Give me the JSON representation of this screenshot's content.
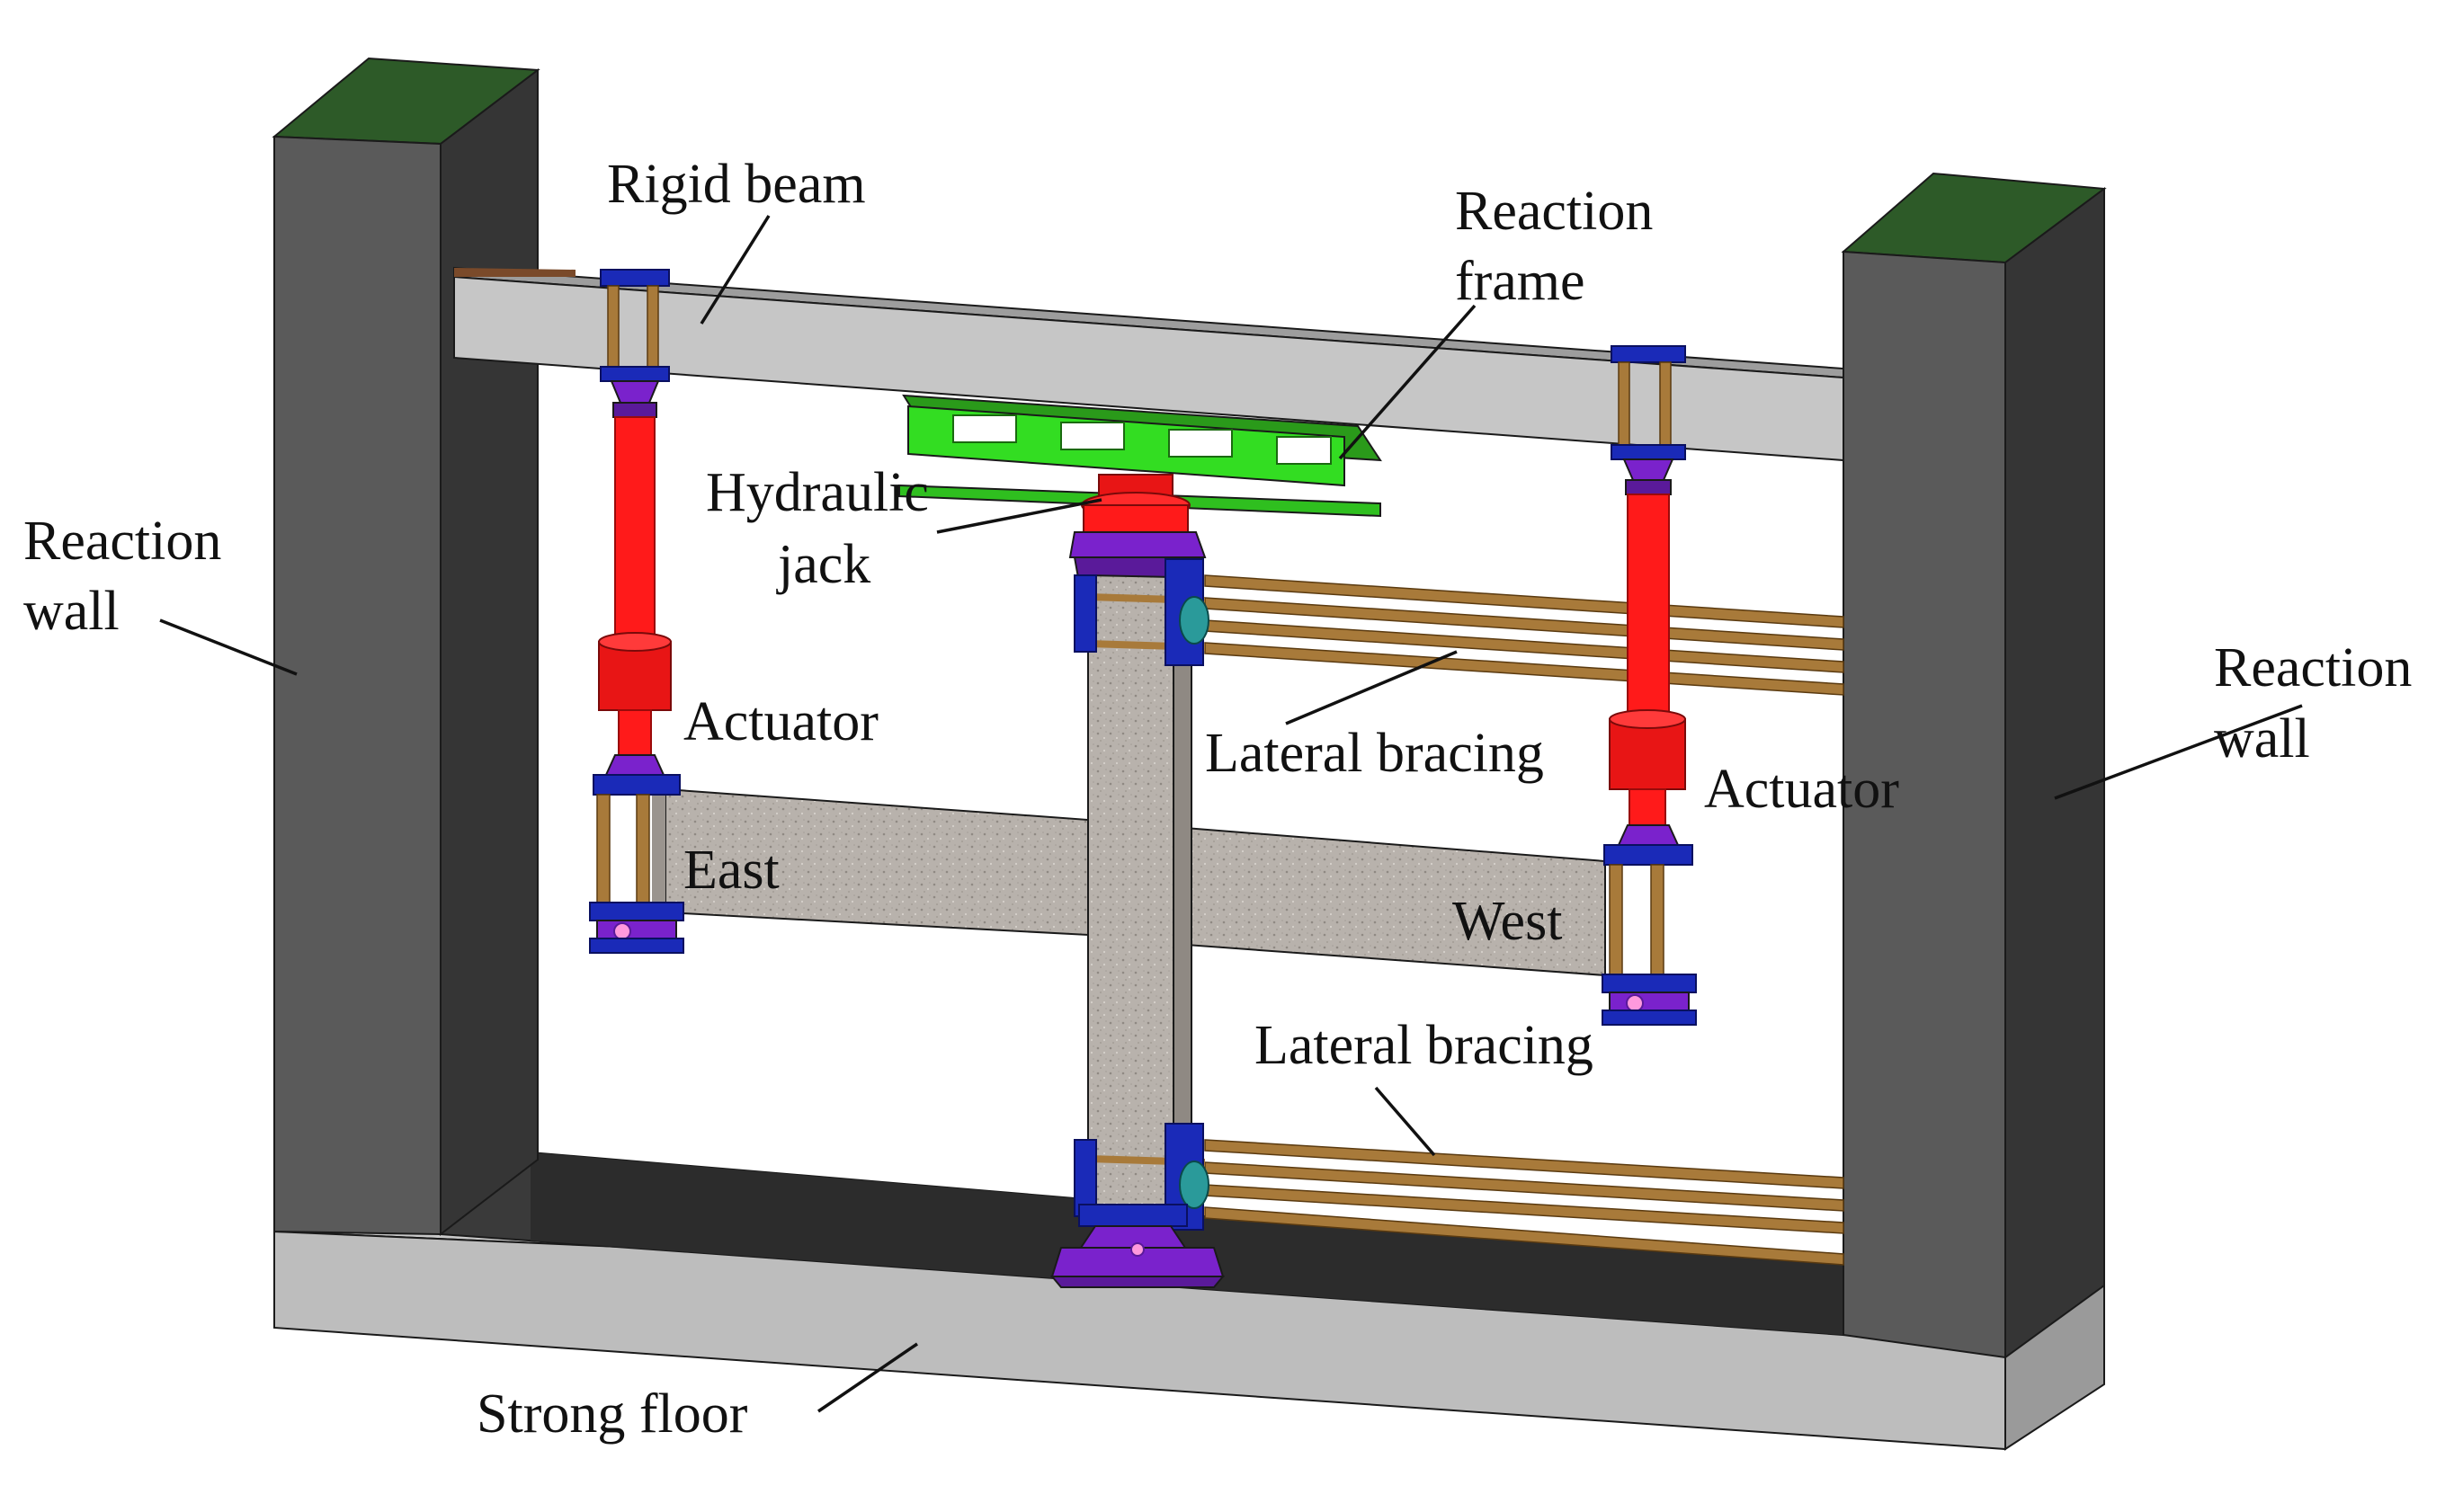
{
  "labels": {
    "rigid_beam": "Rigid beam",
    "reaction_frame_line1": "Reaction",
    "reaction_frame_line2": "frame",
    "hydraulic_jack_line1": "Hydraulic",
    "hydraulic_jack_line2": "jack",
    "reaction_wall_left_line1": "Reaction",
    "reaction_wall_left_line2": "wall",
    "reaction_wall_right_line1": "Reaction",
    "reaction_wall_right_line2": "wall",
    "actuator_left": "Actuator",
    "actuator_right": "Actuator",
    "lateral_bracing_upper": "Lateral bracing",
    "lateral_bracing_lower": "Lateral bracing",
    "east": "East",
    "west": "West",
    "strong_floor": "Strong floor"
  },
  "colors": {
    "wall_front": "#555555",
    "wall_side": "#333333",
    "wall_top": "#2e5c2a",
    "floor_top": "#bdbdbd",
    "floor_front": "#a8a8a8",
    "rigid_beam": "#c4c4c4",
    "concrete": "#b9b3ad",
    "actuator": "#ff1a1a",
    "reaction_frame": "#33dd22",
    "clevis": "#7a22cc",
    "plate": "#1a2ab8",
    "bracing": "#a87a3a",
    "bearing": "#2a9a9a"
  }
}
